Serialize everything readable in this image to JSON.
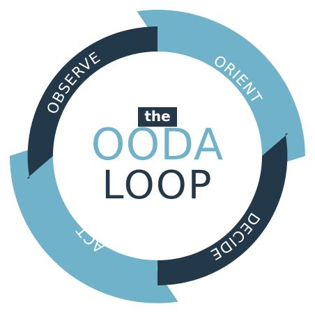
{
  "title": {
    "the": "the",
    "line1": "OODA",
    "line2": "LOOP"
  },
  "stages": [
    {
      "id": "observe",
      "label": "OBSERVE",
      "color": "#23394a"
    },
    {
      "id": "orient",
      "label": "ORIENT",
      "color": "#6fb2c9"
    },
    {
      "id": "decide",
      "label": "DECIDE",
      "color": "#23394a"
    },
    {
      "id": "act",
      "label": "ACT",
      "color": "#6fb2c9"
    }
  ],
  "colors": {
    "dark": "#23394a",
    "light": "#6fb2c9",
    "background": "#ffffff"
  }
}
